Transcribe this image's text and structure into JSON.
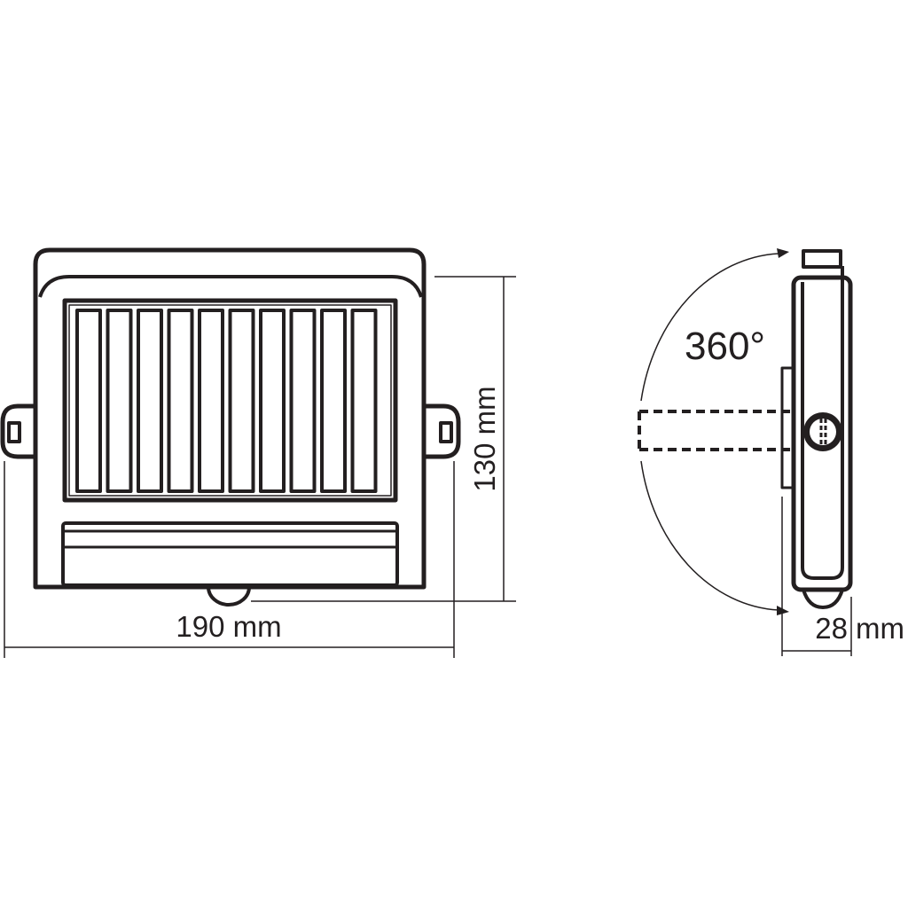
{
  "front_view": {
    "width_label": "190 mm",
    "height_label": "130 mm",
    "solar_cells": 10
  },
  "side_view": {
    "rotation_label": "360°",
    "depth_value": "28",
    "depth_unit": "mm"
  },
  "colors": {
    "line": "#231f20",
    "background": "#ffffff"
  }
}
